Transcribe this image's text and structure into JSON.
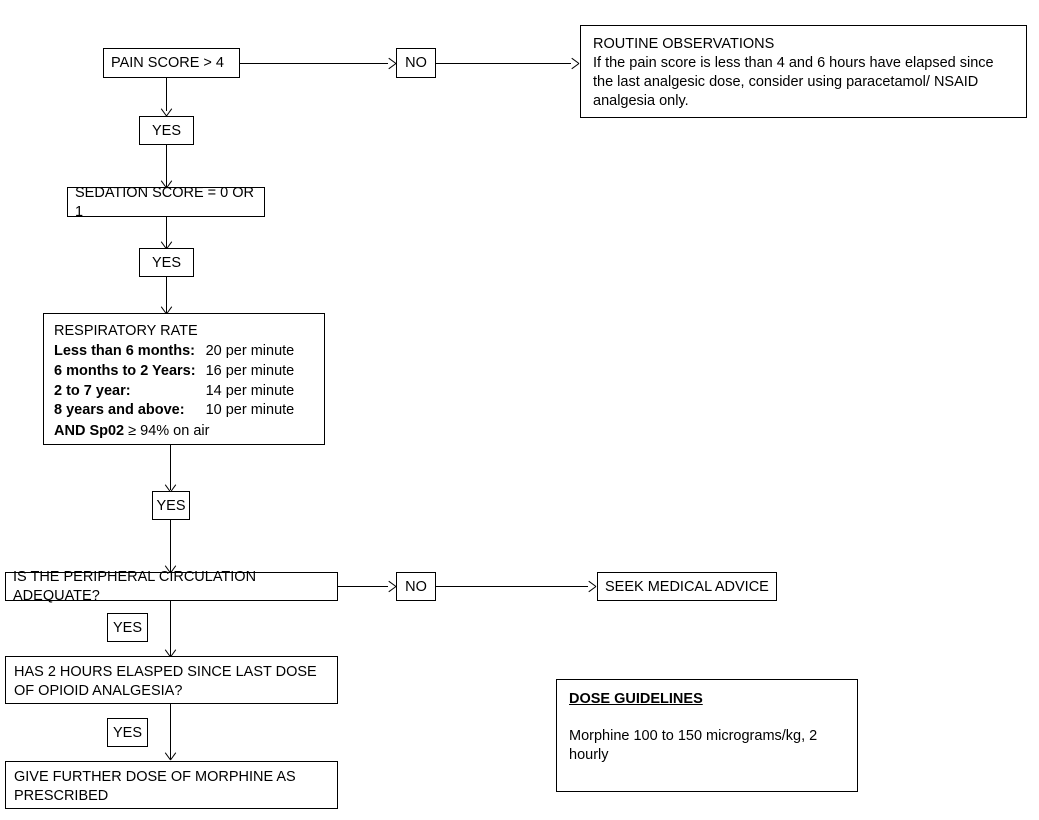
{
  "document": {
    "type": "clinical-decision-flowchart",
    "title": "Pain score and opioid analgesia decision flowchart"
  },
  "nodes": {
    "pain_score": "PAIN SCORE > 4",
    "no_1": "NO",
    "yes_1": "YES",
    "sedation_score": "SEDATION SCORE = 0 OR 1",
    "yes_2": "YES",
    "yes_3": "YES",
    "peripheral_circulation": "IS THE PERIPHERAL CIRCULATION ADEQUATE?",
    "no_2": "NO",
    "seek_medical_advice": "SEEK MEDICAL ADVICE",
    "yes_4": "YES",
    "two_hours_elapsed": "HAS 2 HOURS ELASPED SINCE LAST DOSE OF OPIOID ANALGESIA?",
    "yes_5": "YES",
    "give_morphine": "GIVE FURTHER DOSE OF MORPHINE AS PRESCRIBED"
  },
  "routine_observations": {
    "title": "ROUTINE OBSERVATIONS",
    "body": "If the pain score is less than 4 and 6 hours have elapsed since the last analgesic dose, consider using paracetamol/ NSAID analgesia only."
  },
  "respiratory_rate": {
    "title": "RESPIRATORY RATE",
    "rows": [
      {
        "age": "Less than 6 months:",
        "rate": "20 per minute"
      },
      {
        "age": "6 months to 2 Years:",
        "rate": "16 per minute"
      },
      {
        "age": "2 to 7 year:",
        "rate": "14 per minute"
      },
      {
        "age": "8 years and above:",
        "rate": "10 per minute"
      }
    ],
    "and_label": "AND Sp02",
    "and_value": "≥ 94% on air"
  },
  "dose_guidelines": {
    "title": "DOSE GUIDELINES",
    "body": "Morphine 100 to 150 micrograms/kg, 2 hourly"
  }
}
